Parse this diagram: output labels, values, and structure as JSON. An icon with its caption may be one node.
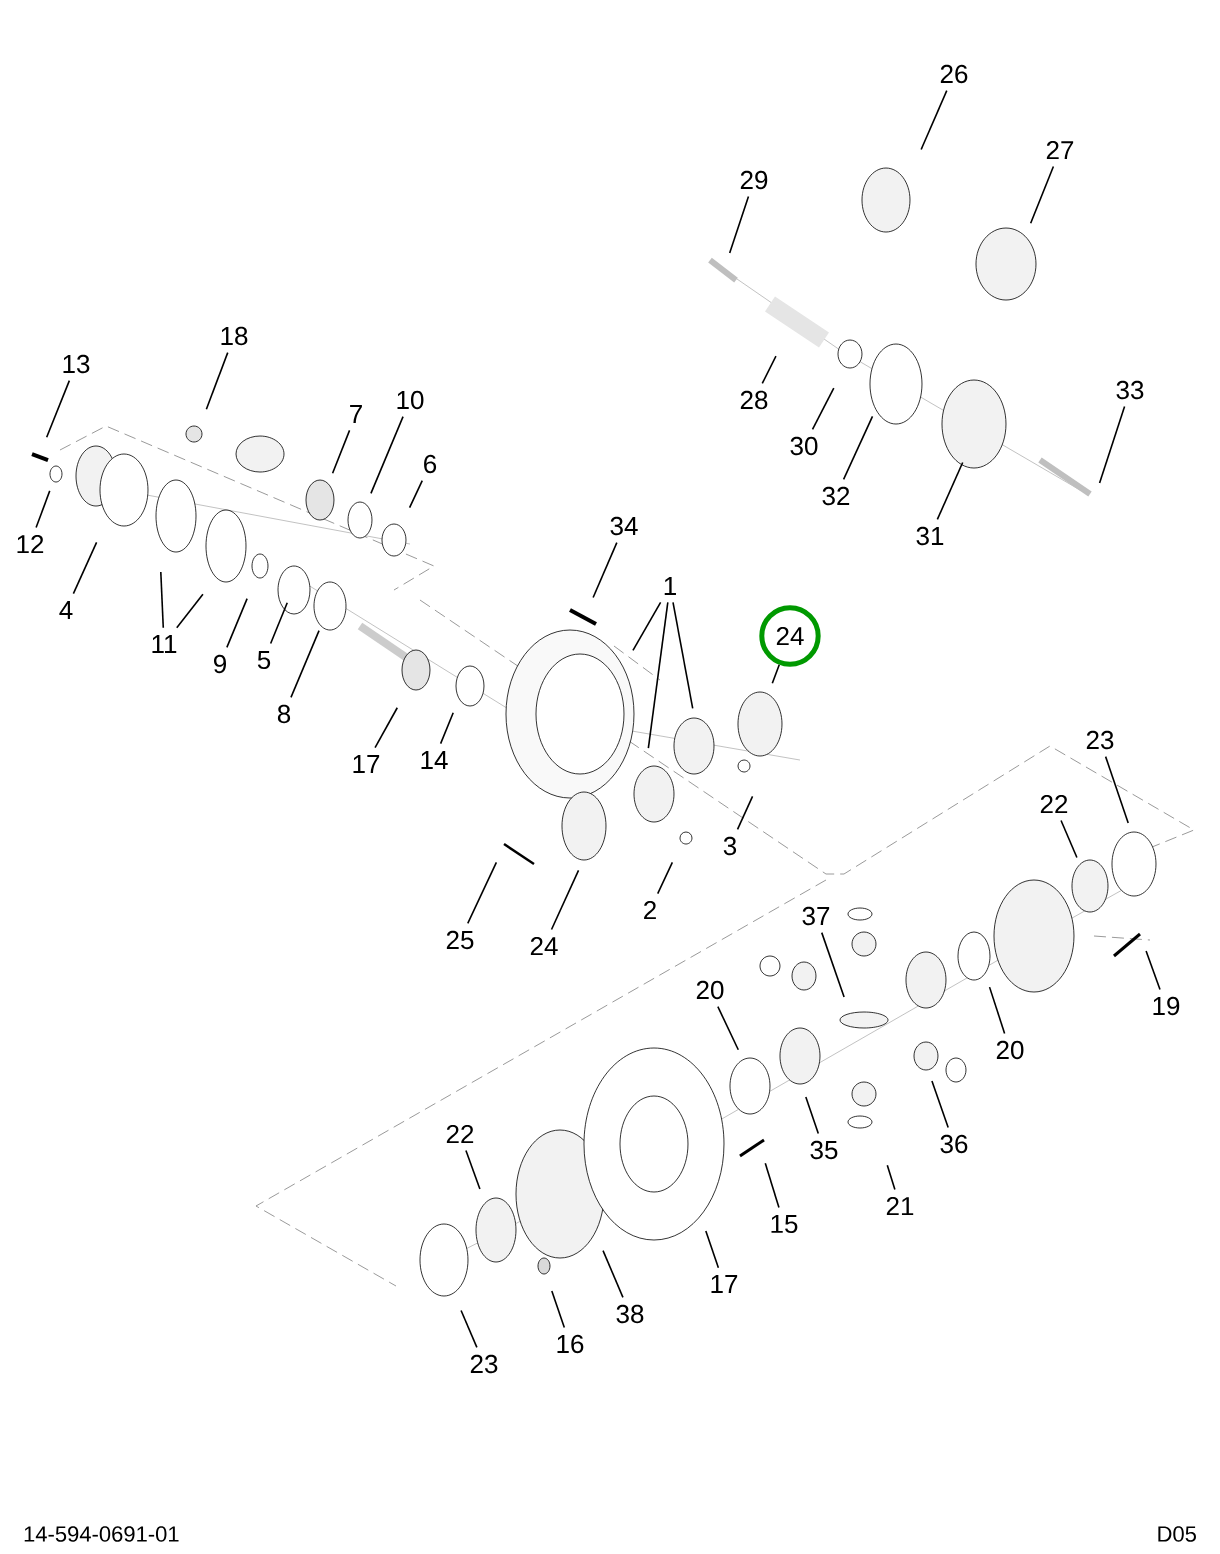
{
  "diagram": {
    "nodes": [
      {
        "text": [
          "26"
        ]
      },
      {
        "text": [
          "27"
        ]
      },
      {
        "text": [
          "29"
        ]
      },
      {
        "text": [
          "18"
        ]
      },
      {
        "text": [
          "13"
        ]
      },
      {
        "text": [
          "33"
        ]
      },
      {
        "text": [
          "28"
        ]
      },
      {
        "text": [
          "10"
        ]
      },
      {
        "text": [
          "7"
        ]
      },
      {
        "text": [
          "30"
        ]
      },
      {
        "text": [
          "6"
        ]
      },
      {
        "text": [
          "32"
        ]
      },
      {
        "text": [
          "34"
        ]
      },
      {
        "text": [
          "31"
        ]
      },
      {
        "text": [
          "12"
        ]
      },
      {
        "text": [
          "1"
        ]
      },
      {
        "text": [
          "4"
        ]
      },
      {
        "text": [
          "24"
        ]
      },
      {
        "text": [
          "11"
        ]
      },
      {
        "text": [
          "5"
        ]
      },
      {
        "text": [
          "9"
        ]
      },
      {
        "text": [
          "8"
        ]
      },
      {
        "text": [
          "23"
        ]
      },
      {
        "text": [
          "17"
        ]
      },
      {
        "text": [
          "14"
        ]
      },
      {
        "text": [
          "22"
        ]
      },
      {
        "text": [
          "3"
        ]
      },
      {
        "text": [
          "2"
        ]
      },
      {
        "text": [
          "37"
        ]
      },
      {
        "text": [
          "25"
        ]
      },
      {
        "text": [
          "24"
        ]
      },
      {
        "text": [
          "20"
        ]
      },
      {
        "text": [
          "19"
        ]
      },
      {
        "text": [
          "20"
        ]
      },
      {
        "text": [
          "22"
        ]
      },
      {
        "text": [
          "36"
        ]
      },
      {
        "text": [
          "35"
        ]
      },
      {
        "text": [
          "21"
        ]
      },
      {
        "text": [
          "15"
        ]
      },
      {
        "text": [
          "17"
        ]
      },
      {
        "text": [
          "38"
        ]
      },
      {
        "text": [
          "16"
        ]
      },
      {
        "text": [
          "23"
        ]
      }
    ],
    "edges": [
      {
        "from": 0,
        "to": null,
        "arrow": "none"
      },
      {
        "from": 1,
        "to": null,
        "arrow": "none"
      },
      {
        "from": 2,
        "to": null,
        "arrow": "none"
      },
      {
        "from": 3,
        "to": null,
        "arrow": "none"
      },
      {
        "from": 4,
        "to": null,
        "arrow": "none"
      },
      {
        "from": 5,
        "to": null,
        "arrow": "none"
      },
      {
        "from": 6,
        "to": null,
        "arrow": "none"
      },
      {
        "from": 7,
        "to": null,
        "arrow": "none"
      },
      {
        "from": 8,
        "to": null,
        "arrow": "none"
      },
      {
        "from": 9,
        "to": null,
        "arrow": "none"
      },
      {
        "from": 10,
        "to": null,
        "arrow": "none"
      },
      {
        "from": 11,
        "to": null,
        "arrow": "none"
      },
      {
        "from": 12,
        "to": null,
        "arrow": "none"
      },
      {
        "from": 13,
        "to": null,
        "arrow": "none"
      },
      {
        "from": 14,
        "to": null,
        "arrow": "none"
      },
      {
        "from": 15,
        "to": null,
        "arrow": "none"
      },
      {
        "from": 15,
        "to": null,
        "arrow": "none"
      },
      {
        "from": 15,
        "to": null,
        "arrow": "none"
      },
      {
        "from": 16,
        "to": null,
        "arrow": "none"
      },
      {
        "from": 17,
        "to": null,
        "arrow": "none"
      },
      {
        "from": 18,
        "to": null,
        "arrow": "none"
      },
      {
        "from": 18,
        "to": null,
        "arrow": "none"
      },
      {
        "from": 19,
        "to": null,
        "arrow": "none"
      },
      {
        "from": 20,
        "to": null,
        "arrow": "none"
      },
      {
        "from": 21,
        "to": null,
        "arrow": "none"
      },
      {
        "from": 22,
        "to": null,
        "arrow": "none"
      },
      {
        "from": 23,
        "to": null,
        "arrow": "none"
      },
      {
        "from": 24,
        "to": null,
        "arrow": "none"
      },
      {
        "from": 25,
        "to": null,
        "arrow": "none"
      },
      {
        "from": 26,
        "to": null,
        "arrow": "none"
      },
      {
        "from": 27,
        "to": null,
        "arrow": "none"
      },
      {
        "from": 28,
        "to": null,
        "arrow": "none"
      },
      {
        "from": 29,
        "to": null,
        "arrow": "none"
      },
      {
        "from": 30,
        "to": null,
        "arrow": "none"
      },
      {
        "from": 31,
        "to": null,
        "arrow": "none"
      },
      {
        "from": 32,
        "to": null,
        "arrow": "none"
      },
      {
        "from": 33,
        "to": null,
        "arrow": "none"
      },
      {
        "from": 34,
        "to": null,
        "arrow": "none"
      },
      {
        "from": 35,
        "to": null,
        "arrow": "none"
      },
      {
        "from": 36,
        "to": null,
        "arrow": "none"
      },
      {
        "from": 37,
        "to": null,
        "arrow": "none"
      },
      {
        "from": 38,
        "to": null,
        "arrow": "none"
      },
      {
        "from": 39,
        "to": null,
        "arrow": "none"
      },
      {
        "from": 40,
        "to": null,
        "arrow": "none"
      },
      {
        "from": 41,
        "to": null,
        "arrow": "none"
      },
      {
        "from": 42,
        "to": null,
        "arrow": "none"
      }
    ],
    "labels": [
      "14-594-0691-01",
      "D05"
    ]
  }
}
